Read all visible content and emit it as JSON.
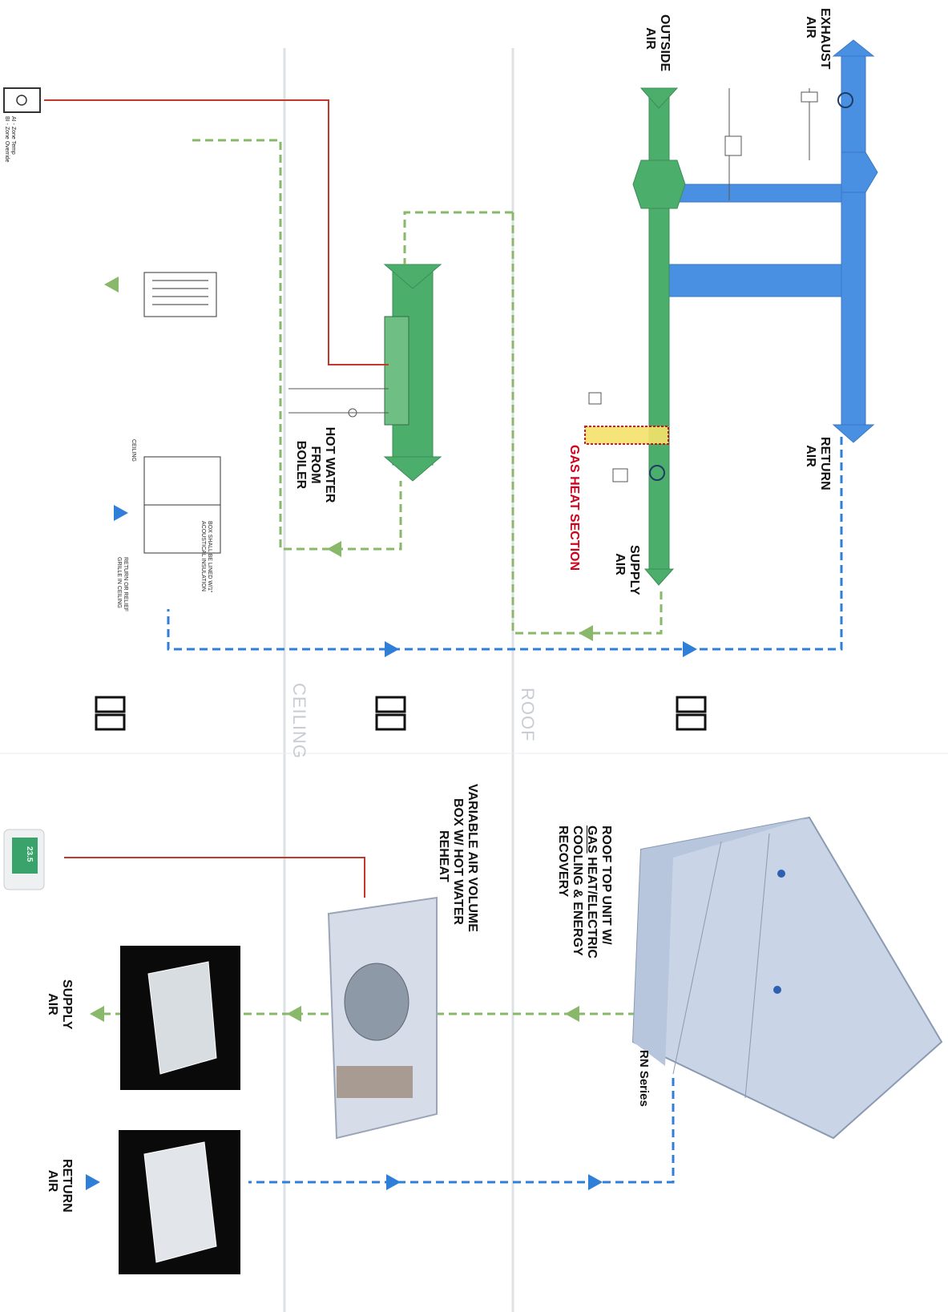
{
  "colors": {
    "exhaust_duct": "#4a90e2",
    "supply_duct": "#4cae6b",
    "control_wire": "#c0392b",
    "supply_flow": "#8ab86a",
    "return_flow": "#2f7fd8",
    "gas_heat": "#d0021b",
    "zone_line": "#d6d9dd"
  },
  "schematic": {
    "exhaust_air": "EXHAUST AIR",
    "outside_air": "OUTSIDE AIR",
    "return_air": "RETURN AIR",
    "supply_air": "SUPPLY AIR",
    "gas_heat_section": "GAS HEAT SECTION",
    "hot_water_from_boiler": "HOT WATER FROM BOILER",
    "zone_temp_label_1": "AI - Zone Temp",
    "zone_temp_label_2": "BI - Zone Override",
    "supply_box_note": "BOX SHALL BE LINED W/1\" ACOUSTICAL INSULATION",
    "ceiling_label": "CEILING",
    "return_grille_note": "RETURN OR RELIEF GRILLE IN CEILING"
  },
  "zones": {
    "roof": "ROOF",
    "ceiling": "CEILING"
  },
  "equipment": {
    "rooftop_unit_line1": "ROOF TOP UNIT W/",
    "rooftop_unit_gas": "GAS",
    "rooftop_unit_line2": " HEAT/ELECTRIC",
    "rooftop_unit_line3": "COOLING & ENERGY",
    "rooftop_unit_line4": "RECOVERY",
    "rooftop_series": "RN Series",
    "vav_line1": "VARIABLE AIR VOLUME",
    "vav_line2": "BOX W/ HOT WATER",
    "vav_line3": "REHEAT",
    "supply_air": "SUPPLY AIR",
    "return_air": "RETURN AIR",
    "thermostat_display": "23.5"
  }
}
